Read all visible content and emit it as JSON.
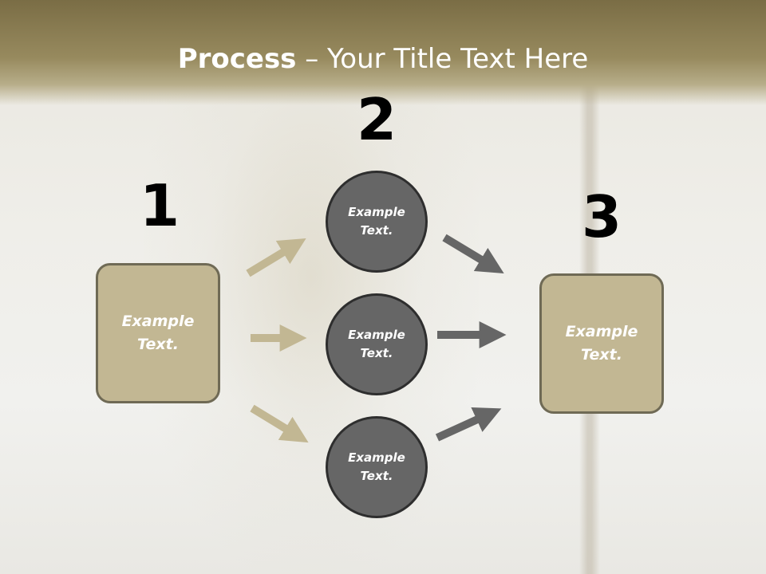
{
  "title": {
    "bold": "Process",
    "rest": " – Your Title Text Here"
  },
  "steps": {
    "one": {
      "number": "1",
      "text": "Example Text."
    },
    "two": {
      "number": "2"
    },
    "three": {
      "number": "3",
      "text": "Example Text."
    }
  },
  "circles": [
    {
      "text": "Example Text."
    },
    {
      "text": "Example Text."
    },
    {
      "text": "Example Text."
    }
  ],
  "colors": {
    "header": "#978a5e",
    "box_fill": "#c2b793",
    "box_border": "#6f6a55",
    "circle_fill": "#666666",
    "circle_border": "#2e2e2e",
    "left_arrows": "#c2b793",
    "right_arrows": "#666666"
  }
}
